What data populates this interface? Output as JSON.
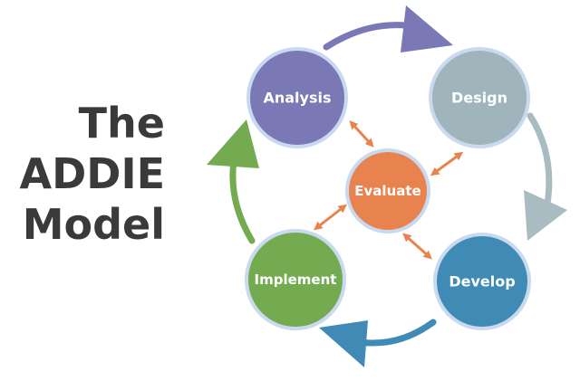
{
  "title": {
    "line1": "The",
    "line2": "ADDIE",
    "line3": "Model"
  },
  "nodes": {
    "analysis": {
      "label": "Analysis",
      "color": "#7b78b6"
    },
    "design": {
      "label": "Design",
      "color": "#9fb5bb"
    },
    "develop": {
      "label": "Develop",
      "color": "#3f8bb5"
    },
    "implement": {
      "label": "Implement",
      "color": "#74ab50"
    },
    "evaluate": {
      "label": "Evaluate",
      "color": "#e8834f"
    }
  },
  "colors": {
    "node_border": "#c9d9ef",
    "arrow_analysis_design": "#7b78b6",
    "arrow_design_develop": "#a9bcc1",
    "arrow_develop_implement": "#3f8bb5",
    "arrow_implement_analysis": "#74ab50",
    "evaluate_arrows": "#e8834f"
  }
}
